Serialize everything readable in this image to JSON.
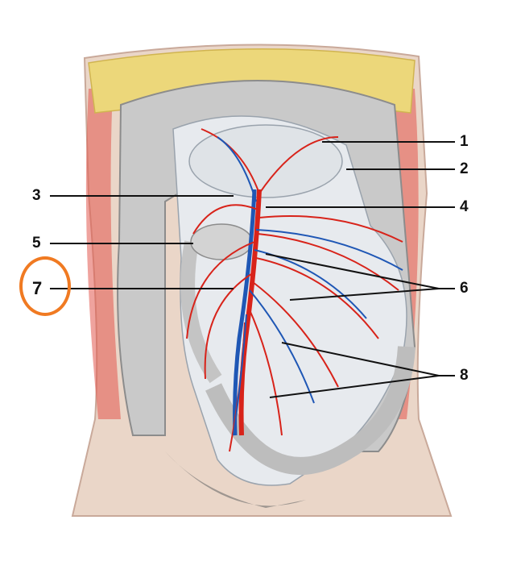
{
  "labels": [
    {
      "id": "1",
      "text": "1"
    },
    {
      "id": "2",
      "text": "2"
    },
    {
      "id": "3",
      "text": "3"
    },
    {
      "id": "4",
      "text": "4"
    },
    {
      "id": "5",
      "text": "5"
    },
    {
      "id": "6",
      "text": "6"
    },
    {
      "id": "7",
      "text": "7"
    },
    {
      "id": "8",
      "text": "8"
    }
  ],
  "highlighted_label": "7",
  "colors": {
    "highlight": "#f07a22",
    "artery": "#d8231a",
    "vein": "#1f57b5",
    "fat": "#ecd77a",
    "intestine": "#c9c9c9",
    "mesentery": "#e7eaee",
    "leader": "#111111"
  }
}
